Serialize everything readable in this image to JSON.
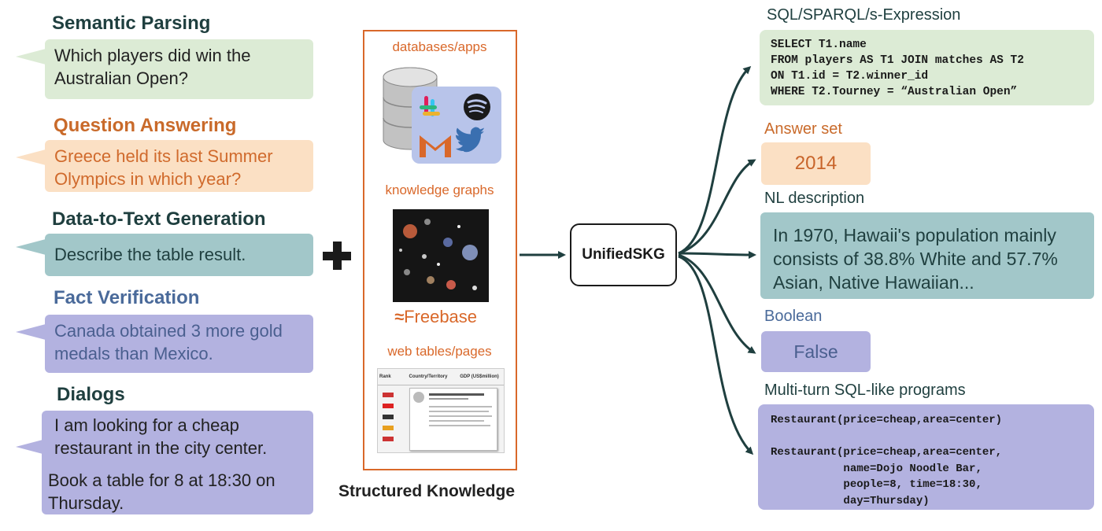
{
  "colors": {
    "green_bg": "#dcebd5",
    "orange_bg": "#fbe0c4",
    "teal_bg": "#a2c7c9",
    "lavender_bg": "#b3b2e0",
    "orange_text": "#c96a2a",
    "slate_text": "#4a6a9a",
    "dark_teal_text": "#1f3f3f"
  },
  "tasks": {
    "semantic_parsing": {
      "title": "Semantic Parsing",
      "input": "Which players did win the Australian Open?"
    },
    "question_answering": {
      "title": "Question Answering",
      "input": "Greece held its last Summer Olympics in which year?"
    },
    "data_to_text": {
      "title": "Data-to-Text Generation",
      "input": "Describe the table result."
    },
    "fact_verification": {
      "title": "Fact Verification",
      "input": "Canada obtained 3 more gold medals than Mexico."
    },
    "dialogs": {
      "title": "Dialogs",
      "turn1": "I am looking for a cheap restaurant in the city center.",
      "turn2": "Book a table for 8 at 18:30 on Thursday."
    }
  },
  "knowledge": {
    "caption": "Structured Knowledge",
    "sources": [
      {
        "label": "databases/apps",
        "icons": [
          "database-icon",
          "slack-icon",
          "spotify-icon",
          "gmail-icon",
          "twitter-icon"
        ]
      },
      {
        "label": "knowledge graphs",
        "logo": "Freebase"
      },
      {
        "label": "web tables/pages",
        "table_headers": [
          "Rank",
          "Country/Territory",
          "GDP (US$million)"
        ]
      }
    ]
  },
  "model": {
    "name": "UnifiedSKG"
  },
  "outputs": {
    "sql": {
      "label": "SQL/SPARQL/s-Expression",
      "code": "SELECT T1.name\nFROM players AS T1 JOIN matches AS T2\nON T1.id = T2.winner_id\nWHERE T2.Tourney = “Australian Open”"
    },
    "answer": {
      "label": "Answer set",
      "value": "2014"
    },
    "nl": {
      "label": "NL description",
      "text": "In 1970, Hawaii's population mainly consists of 38.8% White and 57.7% Asian, Native Hawaiian..."
    },
    "boolean": {
      "label": "Boolean",
      "value": "False"
    },
    "multi": {
      "label": "Multi-turn SQL-like programs",
      "code": "Restaurant(price=cheap,area=center)\n\nRestaurant(price=cheap,area=center,\n           name=Dojo Noodle Bar,\n           people=8, time=18:30,\n           day=Thursday)"
    }
  }
}
